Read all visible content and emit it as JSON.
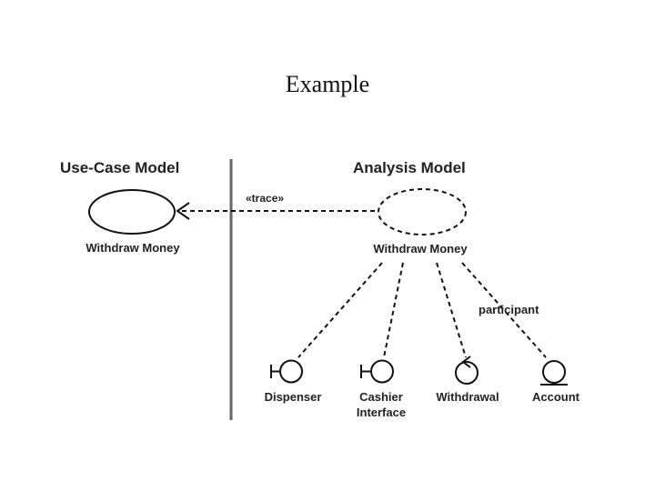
{
  "slide": {
    "title": "Example"
  },
  "use_case_model": {
    "heading": "Use-Case Model",
    "use_case": "Withdraw Money"
  },
  "trace": {
    "label": "«trace»"
  },
  "analysis_model": {
    "heading": "Analysis Model",
    "realization": "Withdraw Money",
    "participant_label": "participant",
    "classes": [
      {
        "name": "Dispenser",
        "stereotype": "boundary"
      },
      {
        "name_line1": "Cashier",
        "name_line2": "Interface",
        "stereotype": "boundary"
      },
      {
        "name": "Withdrawal",
        "stereotype": "control"
      },
      {
        "name": "Account",
        "stereotype": "entity"
      }
    ]
  }
}
